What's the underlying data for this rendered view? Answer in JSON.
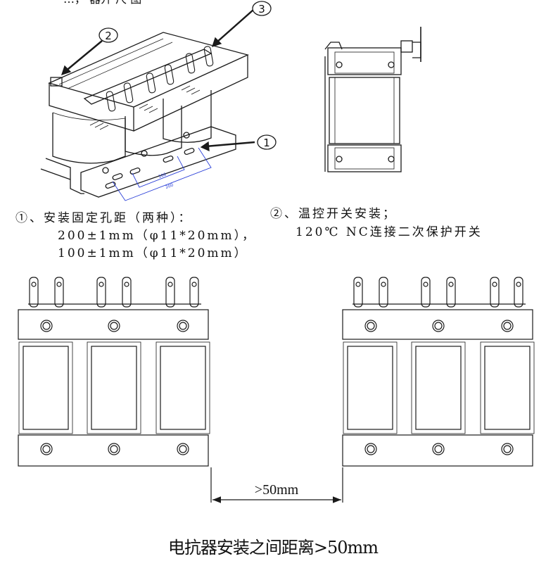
{
  "header_fragment": "…， 器开 尺 图",
  "callouts": {
    "c1": "1",
    "c2": "2",
    "c3": "3"
  },
  "iso_dims": {
    "inner": "100",
    "outer": "200"
  },
  "note1": {
    "line1": "①、安装固定孔距（两种）：",
    "line2": "200±1mm（φ11*20mm），",
    "line3": "100±1mm（φ11*20mm）"
  },
  "note2": {
    "line1": "②、温控开关安装；",
    "line2": "120℃ NC连接二次保护开关"
  },
  "gap_label": ">50mm",
  "caption": "电抗器安装之间距离>50mm",
  "colors": {
    "line": "#1a1a1a",
    "dimension": "#2a3fd8",
    "background": "#ffffff"
  }
}
